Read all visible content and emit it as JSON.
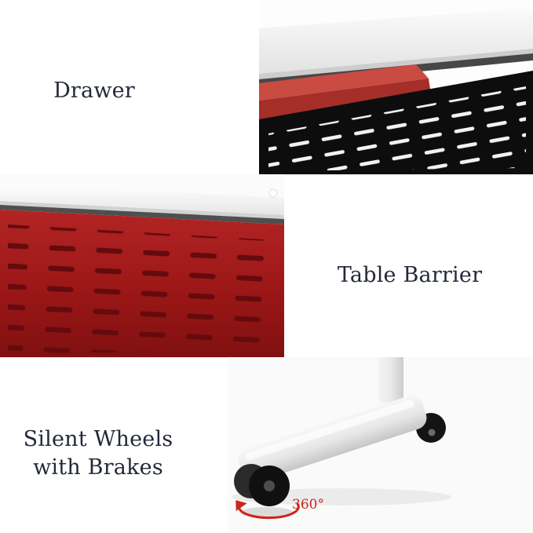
{
  "sections": {
    "drawer": {
      "label": "Drawer"
    },
    "table_barrier": {
      "label": "Table Barrier"
    },
    "silent_wheels": {
      "label_lines": [
        "Silent Wheels",
        "with Brakes"
      ],
      "rotation_badge": "360°"
    }
  },
  "colors": {
    "label_text": "#232937",
    "drawer_panel_black": "#0d0d0d",
    "drawer_slots_white": "#f2f2f2",
    "bracket_red": "#c0392b",
    "barrier_panel_red": "#a31919",
    "barrier_slots_dark_red": "#650b0e",
    "rotation_arrow_red": "#cf2418",
    "background": "#ffffff"
  }
}
